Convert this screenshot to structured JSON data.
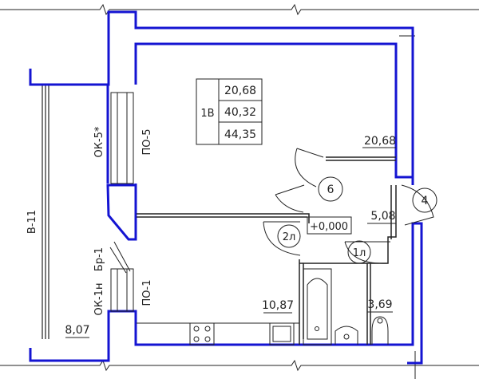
{
  "flat_code": "1В",
  "flat_areas": [
    "20,68",
    "40,32",
    "44,35"
  ],
  "rooms": {
    "living": {
      "area": "20,68",
      "number": "6"
    },
    "kitchen": {
      "area": "10,87"
    },
    "hall": {
      "area": "5,08",
      "number": "4"
    },
    "bathroom": {
      "area": "3,69"
    },
    "loggia": {
      "area": "8,07"
    }
  },
  "level_mark": "+0,000",
  "door_tags": [
    "2л",
    "1л"
  ],
  "openings": {
    "window_top": "ОК-5*",
    "window_bottom": "ОК-1н",
    "opening_top": "ПО-5",
    "opening_bottom": "ПО-1",
    "balcony_door": "Бр-1",
    "loggia_glazing": "В-11"
  },
  "colors": {
    "wall": "#1414d2",
    "line": "#222222"
  }
}
